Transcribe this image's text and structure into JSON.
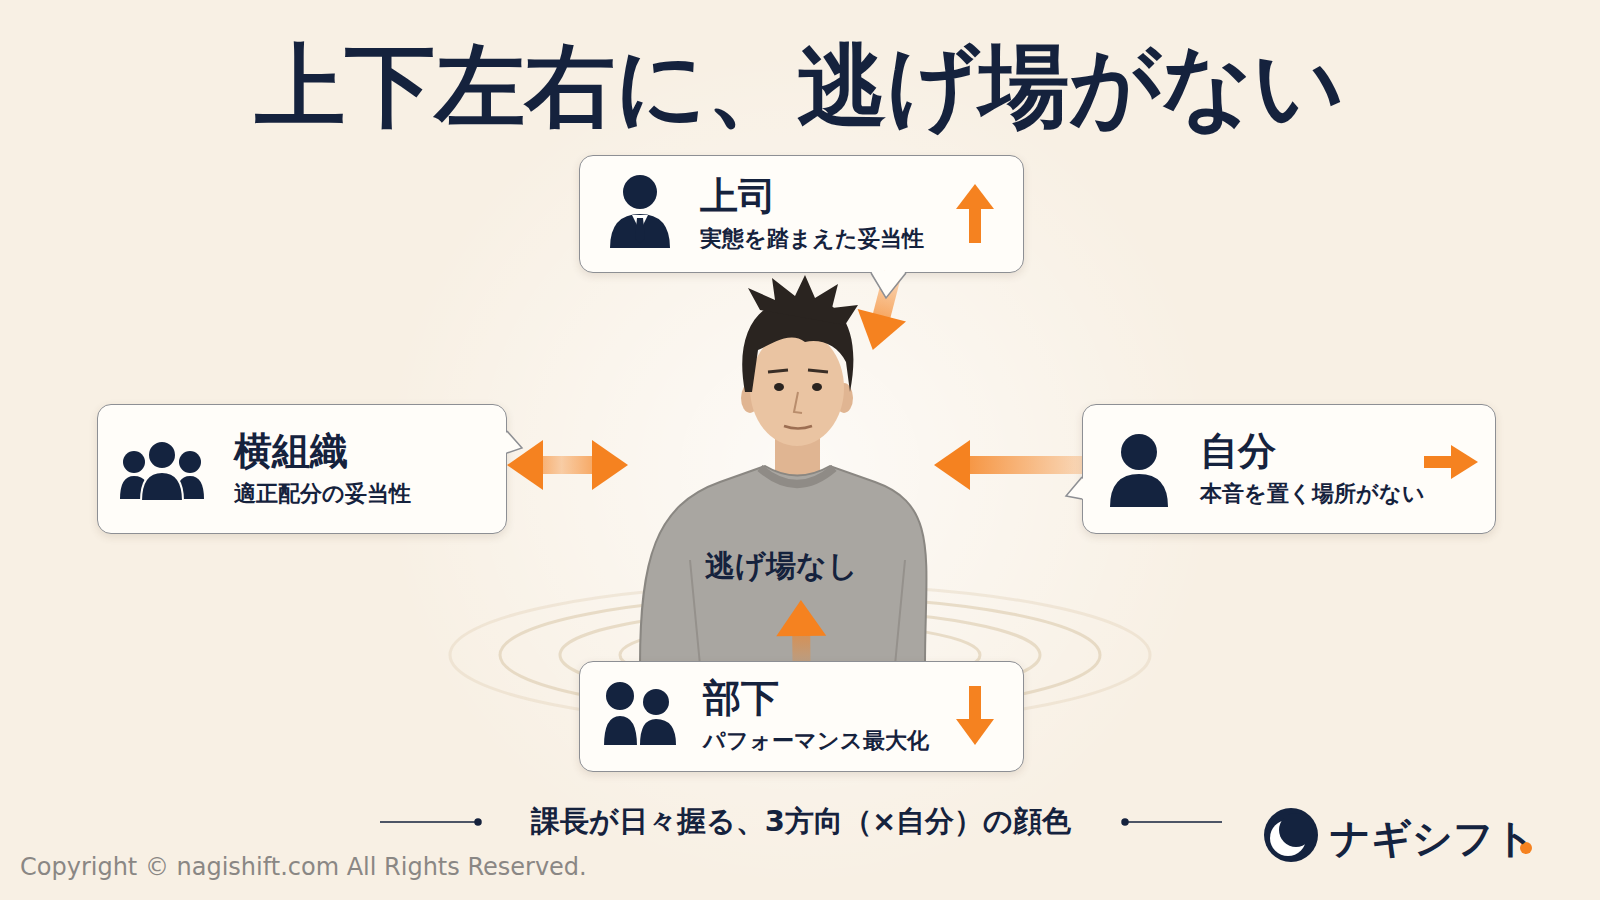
{
  "diagram": {
    "title": "上下左右に、逃げ場がない",
    "caption": "課長が日々握る、3方向（×自分）の顔色",
    "nodes": [
      {
        "text": [
          "上司",
          "実態を踏まえた妥当性"
        ]
      },
      {
        "text": [
          "横組織",
          "適正配分の妥当性"
        ]
      },
      {
        "text": [
          "逃げ場なし"
        ]
      },
      {
        "text": [
          "自分",
          "本音を置く場所がない"
        ]
      },
      {
        "text": [
          "部下",
          "パフォーマンス最大化"
        ]
      }
    ],
    "edges": [
      {
        "from": 0,
        "to": 2,
        "arrow": "to"
      },
      {
        "from": 1,
        "to": 2,
        "arrow": "both"
      },
      {
        "from": 3,
        "to": 2,
        "arrow": "to"
      },
      {
        "from": 4,
        "to": 2,
        "arrow": "to"
      }
    ],
    "labels": [
      "Copyright © nagishift.com All Rights Reserved.",
      "ナギシフト"
    ]
  }
}
